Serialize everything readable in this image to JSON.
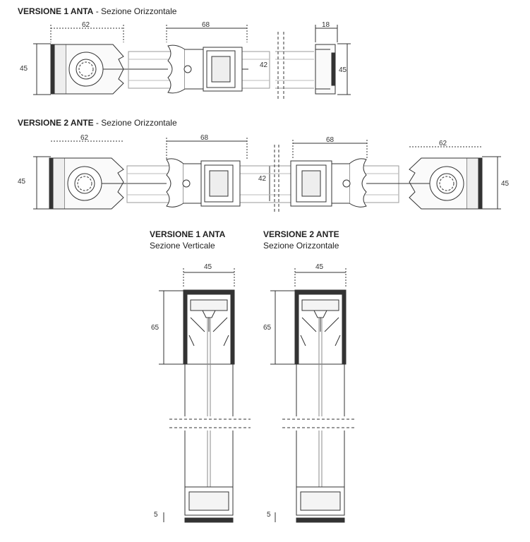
{
  "sections": {
    "top": {
      "title_bold": "VERSIONE 1 ANTA",
      "title_sep": " - ",
      "title_rest": "Sezione Orizzontale",
      "dims": [
        "62",
        "68",
        "18",
        "45",
        "42",
        "45"
      ]
    },
    "middle": {
      "title_bold": "VERSIONE 2 ANTE",
      "title_sep": " - ",
      "title_rest": "Sezione Orizzontale",
      "dims": [
        "62",
        "68",
        "68",
        "62",
        "45",
        "42",
        "45"
      ]
    },
    "bottom_left": {
      "title_line1": "VERSIONE 1 ANTA",
      "title_line2": "Sezione Verticale",
      "dims": [
        "45",
        "65",
        "5"
      ]
    },
    "bottom_right": {
      "title_line1": "VERSIONE 2 ANTE",
      "title_line2": "Sezione Orizzontale",
      "dims": [
        "45",
        "65",
        "5"
      ]
    }
  },
  "colors": {
    "line": "#333333",
    "fill": "#f4f4f4",
    "dark": "#222222"
  }
}
